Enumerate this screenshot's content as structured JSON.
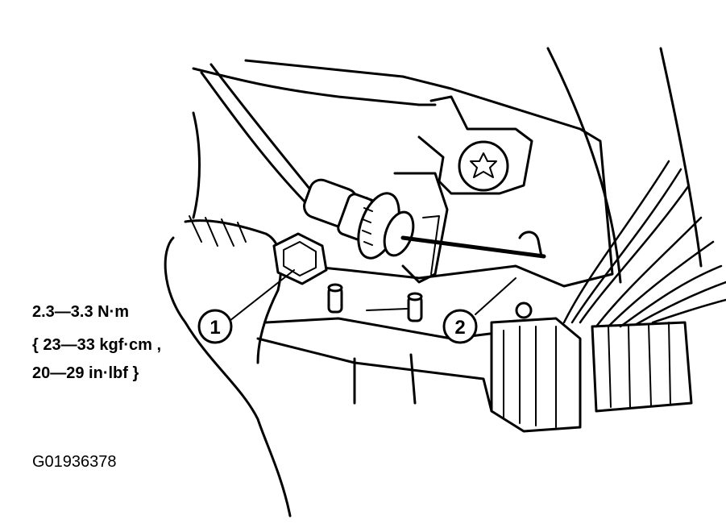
{
  "torque_spec": {
    "line1": "2.3—3.3 N·m",
    "line2": "{ 23—33 kgf·cm ,",
    "line3": "20—29 in·lbf }"
  },
  "callouts": {
    "one": "1",
    "two": "2"
  },
  "figure_id": "G01936378",
  "colors": {
    "ink": "#000000",
    "paper": "#ffffff"
  }
}
